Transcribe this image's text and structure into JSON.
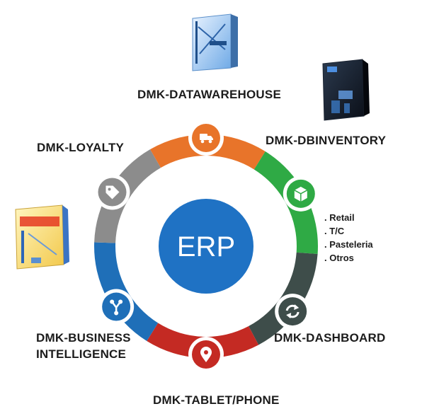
{
  "center": {
    "text": "ERP"
  },
  "modules": [
    {
      "label": "DMK-DATAWAREHOUSE",
      "icon": "delivery-truck-icon",
      "color": "#e8742a"
    },
    {
      "label": "DMK-DBINVENTORY",
      "icon": "package-box-icon",
      "color": "#2faa45"
    },
    {
      "label": "DMK-DASHBOARD",
      "icon": "refresh-arrows-icon",
      "color": "#3e4d4a"
    },
    {
      "label": "DMK-TABLET/PHONE",
      "icon": "map-pin-icon",
      "color": "#c42a23"
    },
    {
      "label_line1": "DMK-BUSINESS",
      "label_line2": "INTELLIGENCE",
      "icon": "network-nodes-icon",
      "color": "#1f6fb8"
    },
    {
      "label": "DMK-LOYALTY",
      "icon": "price-tag-icon",
      "color": "#8c8c8c"
    }
  ],
  "inventory_sublist": [
    ". Retail",
    ". T/C",
    ". Pasteleria",
    ". Otros"
  ],
  "colors": {
    "center": "#1f72c4",
    "ring_inner": "#ffffff"
  }
}
